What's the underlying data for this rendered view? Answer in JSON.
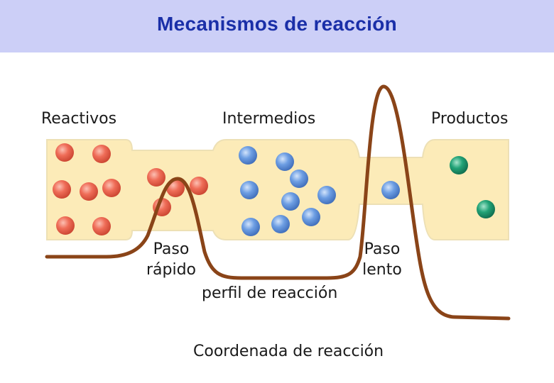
{
  "title": "Mecanismos de reacción",
  "labels": {
    "reactants": "Reactivos",
    "intermediates": "Intermedios",
    "products": "Productos",
    "fast_step_line1": "Paso",
    "fast_step_line2": "rápido",
    "slow_step_line1": "Paso",
    "slow_step_line2": "lento",
    "profile": "perfil de reacción",
    "x_axis": "Coordenada de reacción"
  },
  "colors": {
    "title_band": "#cccff7",
    "title_text": "#1a2fa8",
    "channel_fill": "#fcebb8",
    "channel_stroke": "#ede0b5",
    "reactant_particle": "#ee6a55",
    "intermediate_particle": "#5b8fdc",
    "product_particle": "#1f9a72",
    "profile_curve": "#8a4418"
  },
  "particle_counts": {
    "reactants": 11,
    "intermediates": 10,
    "products": 2
  }
}
